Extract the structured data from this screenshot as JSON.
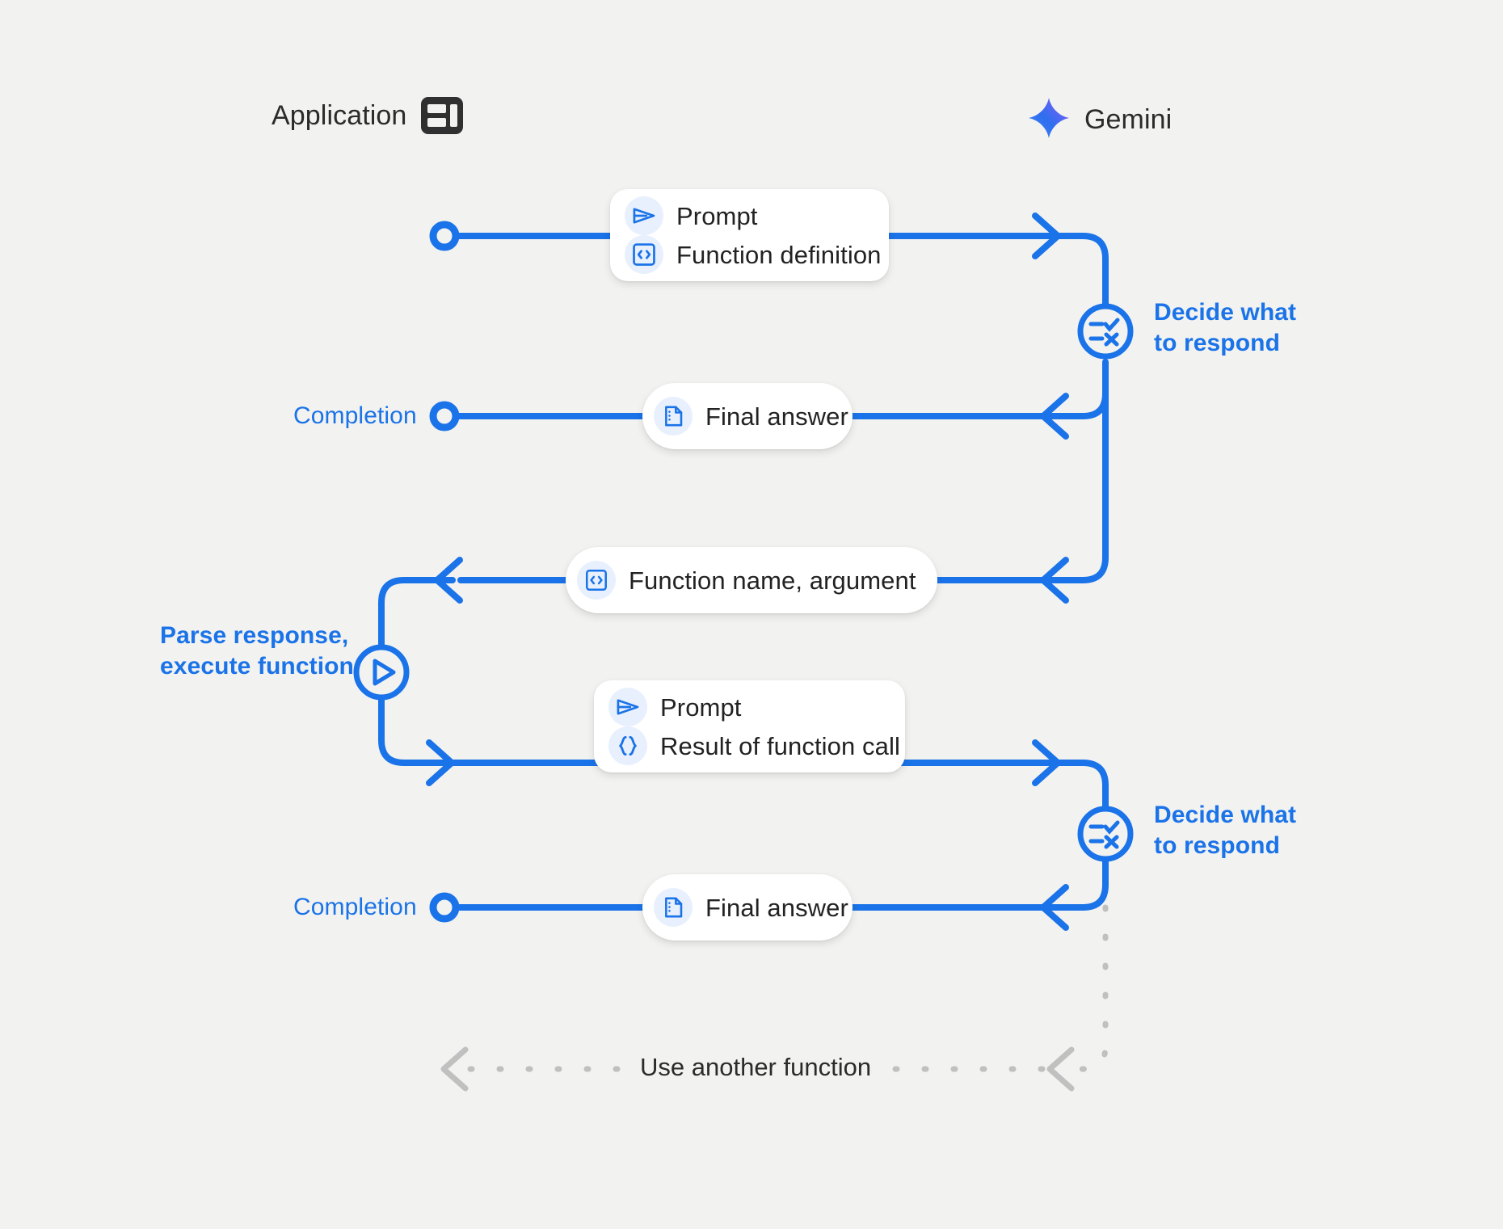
{
  "meta": {
    "background": "#f2f2f0",
    "accent_blue": "#1a73e8",
    "icon_badge_bg": "#e8f0fe",
    "lifeline_gray": "#c4c4c4",
    "dark_text": "#2b2b2b"
  },
  "lanes": {
    "application": {
      "title": "Application",
      "icon": "application-window-icon"
    },
    "gemini": {
      "title": "Gemini",
      "icon": "gemini-sparkle-icon"
    }
  },
  "messages": [
    {
      "id": "request-1",
      "direction": "app-to-gemini",
      "rows": [
        {
          "icon": "send-icon",
          "label": "Prompt"
        },
        {
          "icon": "code-brackets-icon",
          "label": "Function definition"
        }
      ]
    },
    {
      "id": "response-1",
      "direction": "gemini-to-app",
      "rows": [
        {
          "icon": "document-icon",
          "label": "Final answer"
        }
      ]
    },
    {
      "id": "response-2",
      "direction": "gemini-to-app",
      "rows": [
        {
          "icon": "code-brackets-icon",
          "label": "Function name,  argument"
        }
      ]
    },
    {
      "id": "request-2",
      "direction": "app-to-gemini",
      "rows": [
        {
          "icon": "send-icon",
          "label": "Prompt"
        },
        {
          "icon": "curly-braces-icon",
          "label": "Result of function call"
        }
      ]
    },
    {
      "id": "response-3",
      "direction": "gemini-to-app",
      "rows": [
        {
          "icon": "document-icon",
          "label": "Final answer"
        }
      ]
    }
  ],
  "annotations": {
    "decide_1": "Decide what\nto respond",
    "decide_2": "Decide what\nto respond",
    "completion_1": "Completion",
    "completion_2": "Completion",
    "parse_execute": "Parse response,\nexecute function",
    "use_another_function": "Use another function"
  },
  "nodes": {
    "decide_1_icon": "checklist-decision-icon",
    "decide_2_icon": "checklist-decision-icon",
    "parse_icon": "play-icon",
    "completion_1_icon": "endpoint-circle-icon",
    "completion_2_icon": "endpoint-circle-icon",
    "start_icon": "endpoint-circle-icon"
  }
}
